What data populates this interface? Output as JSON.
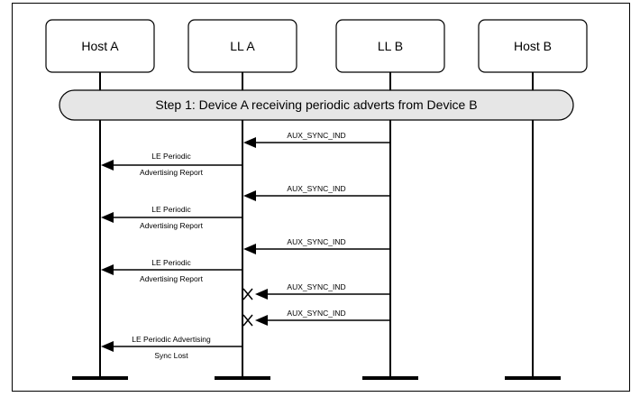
{
  "entities": [
    {
      "id": "host-a",
      "label": "Host A"
    },
    {
      "id": "ll-a",
      "label": "LL A"
    },
    {
      "id": "ll-b",
      "label": "LL B"
    },
    {
      "id": "host-b",
      "label": "Host B"
    }
  ],
  "step": {
    "label": "Step 1: Device A receiving periodic adverts from Device B"
  },
  "messages": [
    {
      "from": "ll-b",
      "to": "ll-a",
      "lines": [
        "AUX_SYNC_IND"
      ],
      "lost": false
    },
    {
      "from": "ll-a",
      "to": "host-a",
      "lines": [
        "LE Periodic",
        "Advertising Report"
      ],
      "lost": false
    },
    {
      "from": "ll-b",
      "to": "ll-a",
      "lines": [
        "AUX_SYNC_IND"
      ],
      "lost": false
    },
    {
      "from": "ll-a",
      "to": "host-a",
      "lines": [
        "LE Periodic",
        "Advertising Report"
      ],
      "lost": false
    },
    {
      "from": "ll-b",
      "to": "ll-a",
      "lines": [
        "AUX_SYNC_IND"
      ],
      "lost": false
    },
    {
      "from": "ll-a",
      "to": "host-a",
      "lines": [
        "LE Periodic",
        "Advertising Report"
      ],
      "lost": false
    },
    {
      "from": "ll-b",
      "to": "ll-a",
      "lines": [
        "AUX_SYNC_IND"
      ],
      "lost": true
    },
    {
      "from": "ll-b",
      "to": "ll-a",
      "lines": [
        "AUX_SYNC_IND"
      ],
      "lost": true
    },
    {
      "from": "ll-a",
      "to": "host-a",
      "lines": [
        "LE Periodic Advertising",
        "Sync Lost"
      ],
      "lost": false
    }
  ]
}
